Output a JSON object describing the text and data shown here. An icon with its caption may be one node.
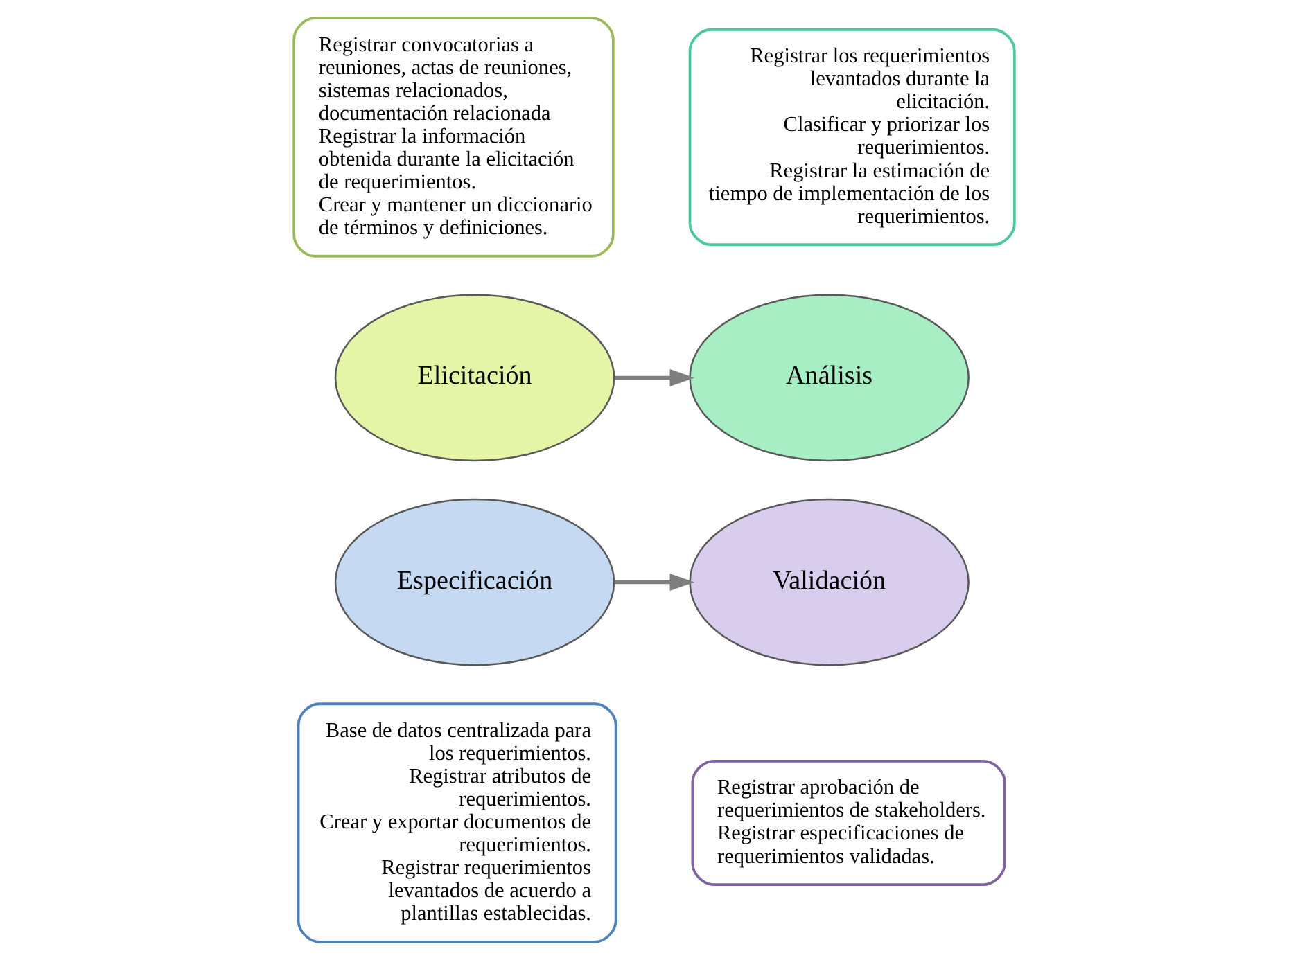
{
  "diagram": {
    "nodes": [
      {
        "text": [
          "Registrar convocatorias a reuniones, actas de reuniones, sistemas relacionados, documentación relacionada",
          "Registrar la información obtenida durante la elicitación de requerimientos.",
          "Crear y mantener un diccionario de términos y definiciones."
        ]
      },
      {
        "text": [
          "Registrar los requerimientos levantados durante la elicitación.",
          "Clasificar y priorizar los requerimientos.",
          "Registrar la estimación de tiempo de implementación de los requerimientos."
        ]
      },
      {
        "text": [
          "Elicitación"
        ]
      },
      {
        "text": [
          "Análisis"
        ]
      },
      {
        "text": [
          "Validación"
        ]
      },
      {
        "text": [
          "Especificación"
        ]
      },
      {
        "text": [
          "Registrar aprobación de requerimientos de stakeholders.",
          "Registrar especificaciones de requerimientos validadas."
        ]
      },
      {
        "text": [
          "Base de datos centralizada para los requerimientos.",
          "Registrar atributos de requerimientos.",
          "Crear y exportar documentos de requerimientos.",
          "Registrar requerimientos levantados de acuerdo a plantillas establecidas."
        ]
      }
    ],
    "edges": [
      {
        "from": 2,
        "to": 3,
        "arrow": "to"
      },
      {
        "from": 5,
        "to": 4,
        "arrow": "to"
      }
    ]
  }
}
